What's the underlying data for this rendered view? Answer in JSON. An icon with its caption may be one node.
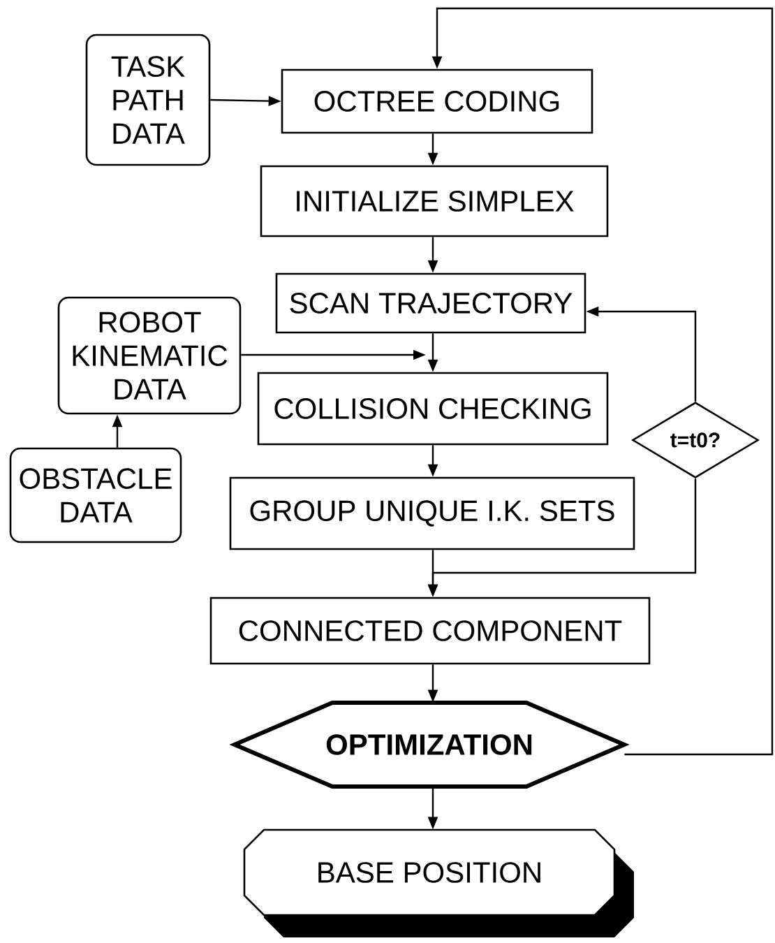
{
  "diagram": {
    "nodes": [
      {
        "text": [
          "TASK PATH DATA"
        ]
      },
      {
        "text": [
          "OCTREE CODING"
        ]
      },
      {
        "text": [
          "INITIALIZE SIMPLEX"
        ]
      },
      {
        "text": [
          "SCAN TRAJECTORY"
        ]
      },
      {
        "text": [
          "ROBOT KINEMATIC DATA"
        ]
      },
      {
        "text": [
          "OBSTACLE DATA"
        ]
      },
      {
        "text": [
          "COLLISION CHECKING"
        ]
      },
      {
        "text": [
          "GROUP UNIQUE I.K. SETS"
        ]
      },
      {
        "text": [
          "t=t0?"
        ]
      },
      {
        "text": [
          "CONNECTED COMPONENT"
        ]
      },
      {
        "text": [
          "OPTIMIZATION"
        ]
      },
      {
        "text": [
          "BASE POSITION"
        ]
      }
    ],
    "edges": [
      {
        "from": 0,
        "to": 1,
        "arrow": "to"
      },
      {
        "from": 1,
        "to": 2,
        "arrow": "to"
      },
      {
        "from": 2,
        "to": 3,
        "arrow": "to"
      },
      {
        "from": 3,
        "to": 6,
        "arrow": "to"
      },
      {
        "from": 4,
        "to": 6,
        "arrow": "to"
      },
      {
        "from": 5,
        "to": 4,
        "arrow": "to"
      },
      {
        "from": 6,
        "to": 7,
        "arrow": "to"
      },
      {
        "from": 8,
        "to": 3,
        "arrow": "to"
      },
      {
        "from": 7,
        "to": 9,
        "arrow": "to"
      },
      {
        "from": 8,
        "to": 9,
        "arrow": "to"
      },
      {
        "from": 9,
        "to": 10,
        "arrow": "to"
      },
      {
        "from": 10,
        "to": 11,
        "arrow": "to"
      },
      {
        "from": 10,
        "to": 1,
        "arrow": "to"
      }
    ]
  }
}
